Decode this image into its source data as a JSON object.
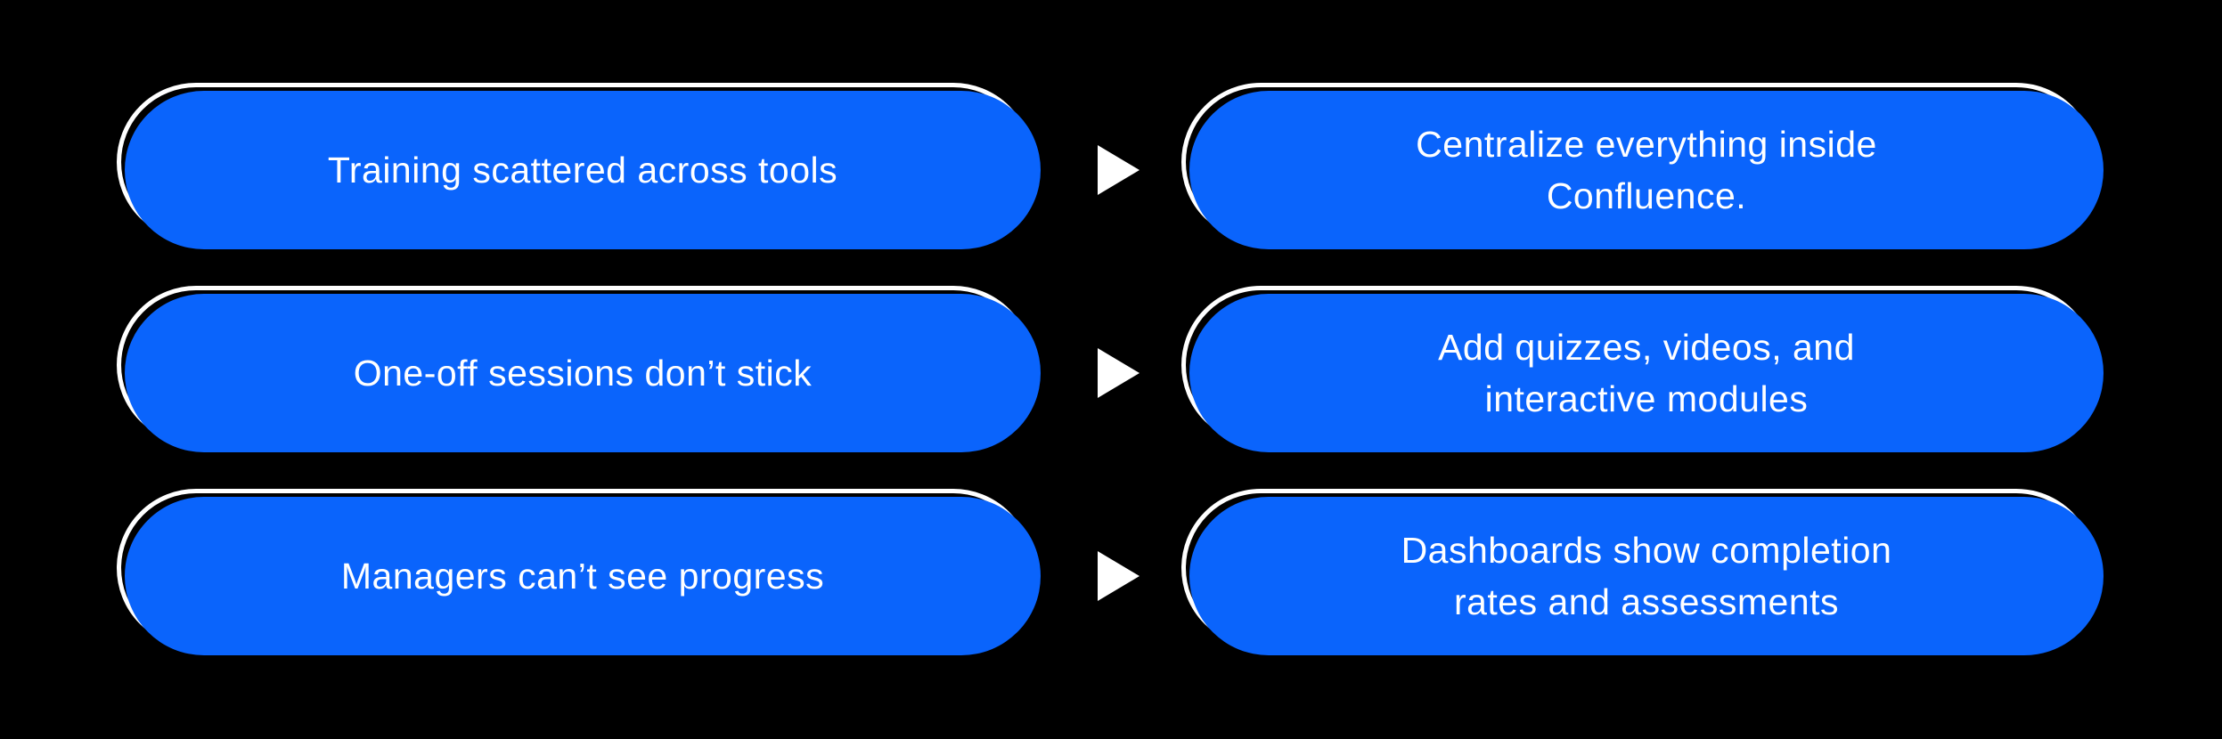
{
  "diagram": {
    "type": "problem-solution-flow",
    "colors": {
      "background": "#000000",
      "pill_fill": "#0A64FC",
      "pill_outline": "#FFFFFF",
      "text": "#FFFFFF",
      "arrow": "#FFFFFF"
    },
    "rows": [
      {
        "problem": "Training scattered across tools",
        "solution": "Centralize everything inside Confluence.",
        "solution_lines": [
          "Centralize everything inside",
          "Confluence."
        ]
      },
      {
        "problem": "One-off sessions don’t stick",
        "solution": "Add quizzes, videos, and interactive modules",
        "solution_lines": [
          "Add quizzes, videos, and",
          "interactive modules"
        ]
      },
      {
        "problem": "Managers can’t see progress",
        "solution": "Dashboards show completion rates and assessments",
        "solution_lines": [
          "Dashboards show completion",
          "rates and assessments"
        ]
      }
    ]
  }
}
